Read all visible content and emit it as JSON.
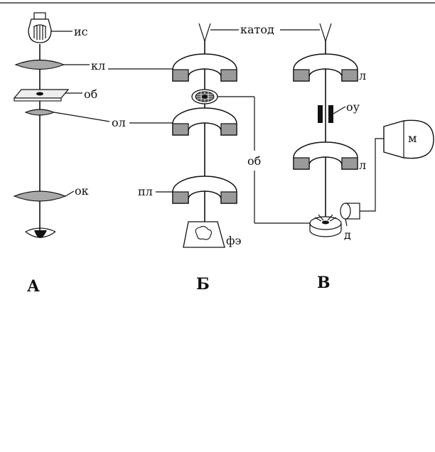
{
  "diagram": {
    "optical": {
      "label_source": "ис",
      "label_condenser": "кл",
      "label_object": "об",
      "label_objective": "ол",
      "label_ocular": "ок",
      "letter": "А"
    },
    "tem": {
      "label_projection": "пл",
      "label_screen": "фэ",
      "letter": "Б"
    },
    "sem": {
      "label_lens_top": "л",
      "label_deflector": "оу",
      "label_lens_bottom": "л",
      "label_object": "об",
      "label_monitor": "м",
      "label_detector": "д",
      "letter": "В"
    },
    "label_cathode": "катод"
  },
  "colors": {
    "ink": "#111111",
    "shade": "#a9a9a9",
    "paper": "#ffffff"
  }
}
